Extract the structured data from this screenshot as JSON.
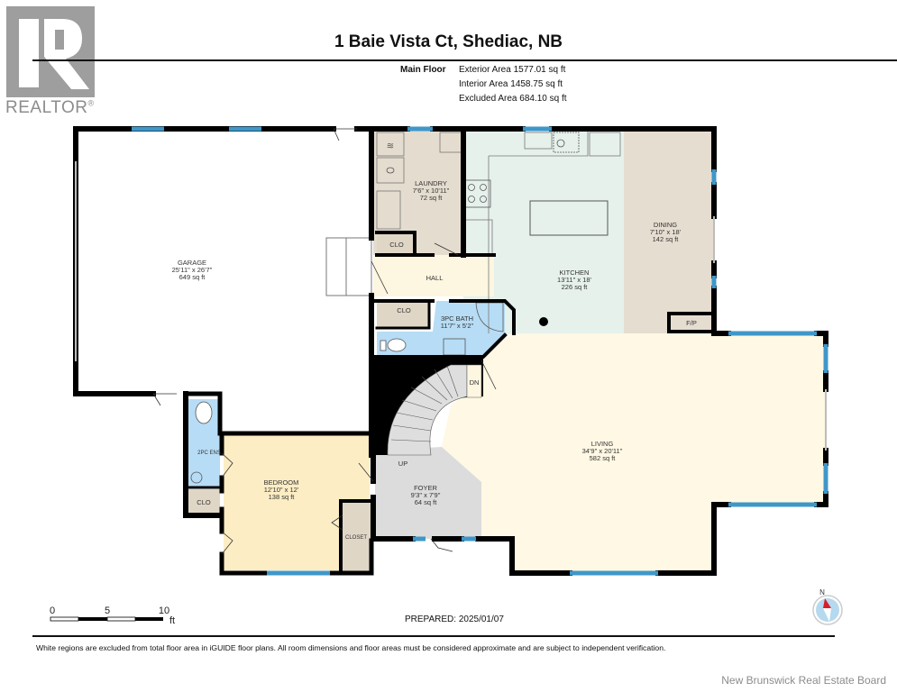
{
  "header": {
    "logo": {
      "icon": "realtor-r-logo-icon",
      "text": "REALTOR",
      "trademark": "®"
    },
    "title": "1 Baie Vista Ct, Shediac, NB"
  },
  "areas": {
    "floor_label": "Main Floor",
    "exterior": "Exterior Area 1577.01 sq ft",
    "interior": "Interior Area 1458.75 sq ft",
    "excluded": "Excluded Area 684.10 sq ft"
  },
  "rooms": {
    "garage": {
      "name": "GARAGE",
      "dims": "25'11\" x 26'7\"",
      "area": "649 sq ft"
    },
    "laundry": {
      "name": "LAUNDRY",
      "dims": "7'6\" x 10'11\"",
      "area": "72 sq ft"
    },
    "kitchen": {
      "name": "KITCHEN",
      "dims": "13'11\" x 18'",
      "area": "226 sq ft"
    },
    "dining": {
      "name": "DINING",
      "dims": "7'10\" x 18'",
      "area": "142 sq ft"
    },
    "bath3pc": {
      "name": "3PC BATH",
      "dims": "11'7\" x 5'2\""
    },
    "living": {
      "name": "LIVING",
      "dims": "34'9\" x 20'11\"",
      "area": "582 sq ft"
    },
    "bedroom": {
      "name": "BEDROOM",
      "dims": "12'10\" x 12'",
      "area": "138 sq ft"
    },
    "foyer": {
      "name": "FOYER",
      "dims": "9'3\" x 7'9\"",
      "area": "64 sq ft"
    },
    "ensuite": {
      "name": "2PC ENS"
    },
    "hall": {
      "name": "HALL"
    },
    "clo1": {
      "name": "CLO"
    },
    "clo2": {
      "name": "CLO"
    },
    "clo3": {
      "name": "CLO"
    },
    "closet": {
      "name": "CLOSET"
    },
    "fireplace": {
      "name": "F/P"
    },
    "stairs_up": "UP",
    "stairs_down": "DN"
  },
  "colors": {
    "wall": "#000000",
    "window": "#3f97c9",
    "garage": "#ffffff",
    "laundry": "#e4dcce",
    "kitchen": "#e6f1ec",
    "dining": "#e6ddd1",
    "living": "#fef8e4",
    "bath": "#b7dcf5",
    "bedroom": "#fcedc4",
    "foyer": "#dcdcdc",
    "hall": "#fdf6e0",
    "closet": "#e0d6c6"
  },
  "scale": {
    "ticks": [
      "0",
      "5",
      "10"
    ],
    "unit": "ft"
  },
  "compass": {
    "label": "N",
    "icon": "north-compass-icon"
  },
  "prepared": "PREPARED: 2025/01/07",
  "disclaimer": "White regions are excluded from total floor area in iGUIDE floor plans. All room dimensions and floor areas must be considered approximate and are subject to independent verification.",
  "footer": {
    "board": "New Brunswick Real Estate Board"
  }
}
